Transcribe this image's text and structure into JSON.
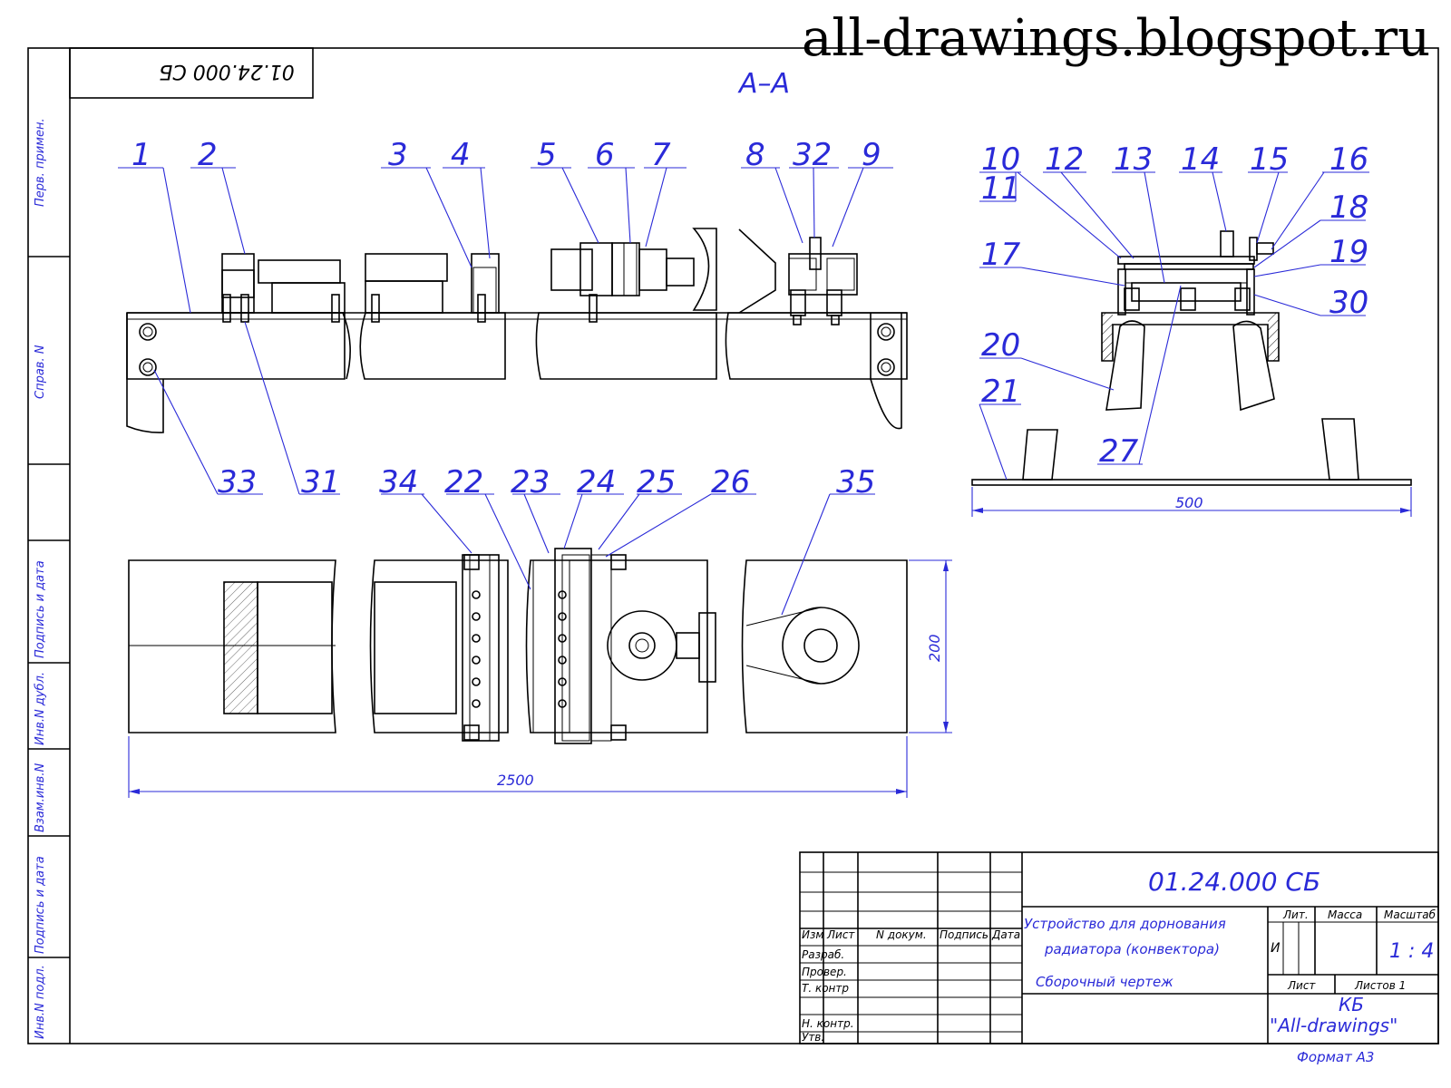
{
  "watermark": "all-drawings.blogspot.ru",
  "doc_number": "01.24.000 СБ",
  "section_label": "А–А",
  "side_column": {
    "upper": [
      "Перв. примен.",
      "Справ. N"
    ],
    "lower": [
      "Подпись и дата",
      "Инв.N дубл.",
      "Взам.инв.N",
      "Подпись и дата",
      "Инв.N подл."
    ]
  },
  "callouts": {
    "top_view": [
      "1",
      "2",
      "3",
      "4",
      "5",
      "6",
      "7",
      "8",
      "32",
      "9"
    ],
    "top_view_bottom": [
      "33",
      "31"
    ],
    "plan_view": [
      "34",
      "22",
      "23",
      "24",
      "25",
      "26",
      "35"
    ],
    "section_view": [
      "10",
      "11",
      "12",
      "13",
      "14",
      "15",
      "16",
      "17",
      "18",
      "19",
      "30",
      "20",
      "21",
      "27"
    ]
  },
  "dimensions": {
    "length": "2500",
    "width": "200",
    "section_width": "500"
  },
  "title_block": {
    "doc_number": "01.24.000 СБ",
    "title_line1": "Устройство для дорнования",
    "title_line2": "радиатора (конвектора)",
    "doc_type": "Сборочный чертеж",
    "headers": [
      "Изм",
      "Лист",
      "N докум.",
      "Подпись",
      "Дата"
    ],
    "roles": [
      "Разраб.",
      "Провер.",
      "Т. контр",
      "Н. контр.",
      "Утв."
    ],
    "lit_label": "Лит.",
    "mass_label": "Масса",
    "scale_label": "Масштаб",
    "lit_value": "И",
    "scale_value": "1 : 4",
    "sheet_label": "Лист",
    "sheets_label": "Листов 1",
    "org_line1": "КБ",
    "org_line2": "\"All-drawings\"",
    "format": "Формат А3"
  }
}
